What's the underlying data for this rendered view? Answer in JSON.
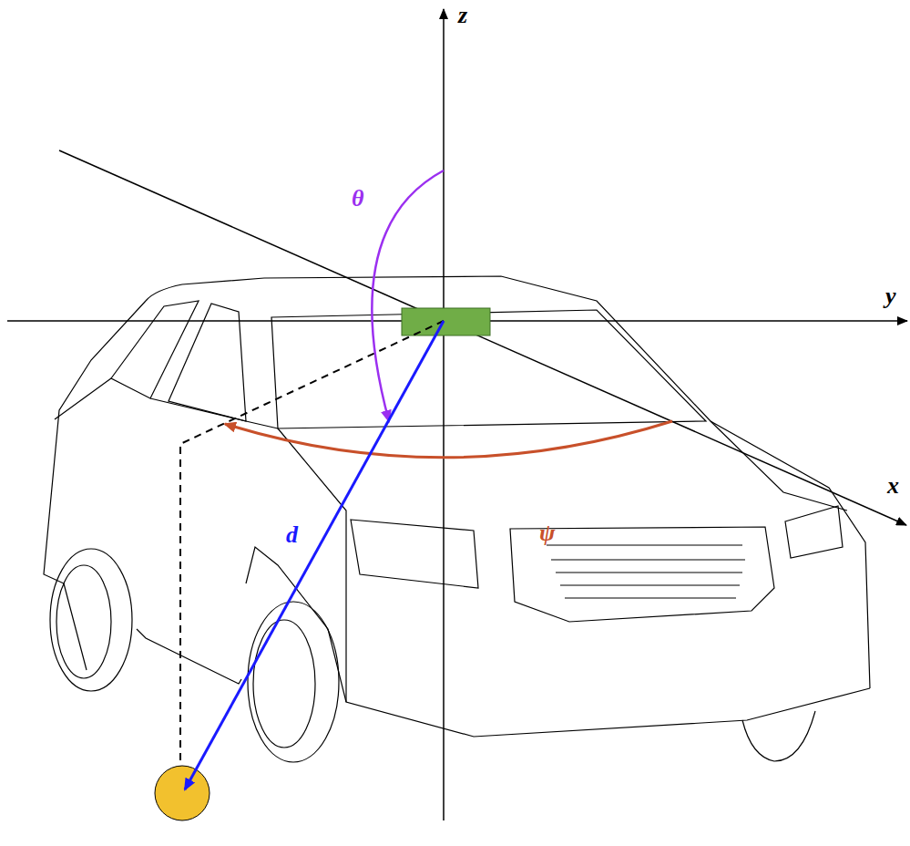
{
  "diagram": {
    "labels": [
      "z",
      "θ",
      "y",
      "ψ",
      "x",
      "d"
    ]
  }
}
